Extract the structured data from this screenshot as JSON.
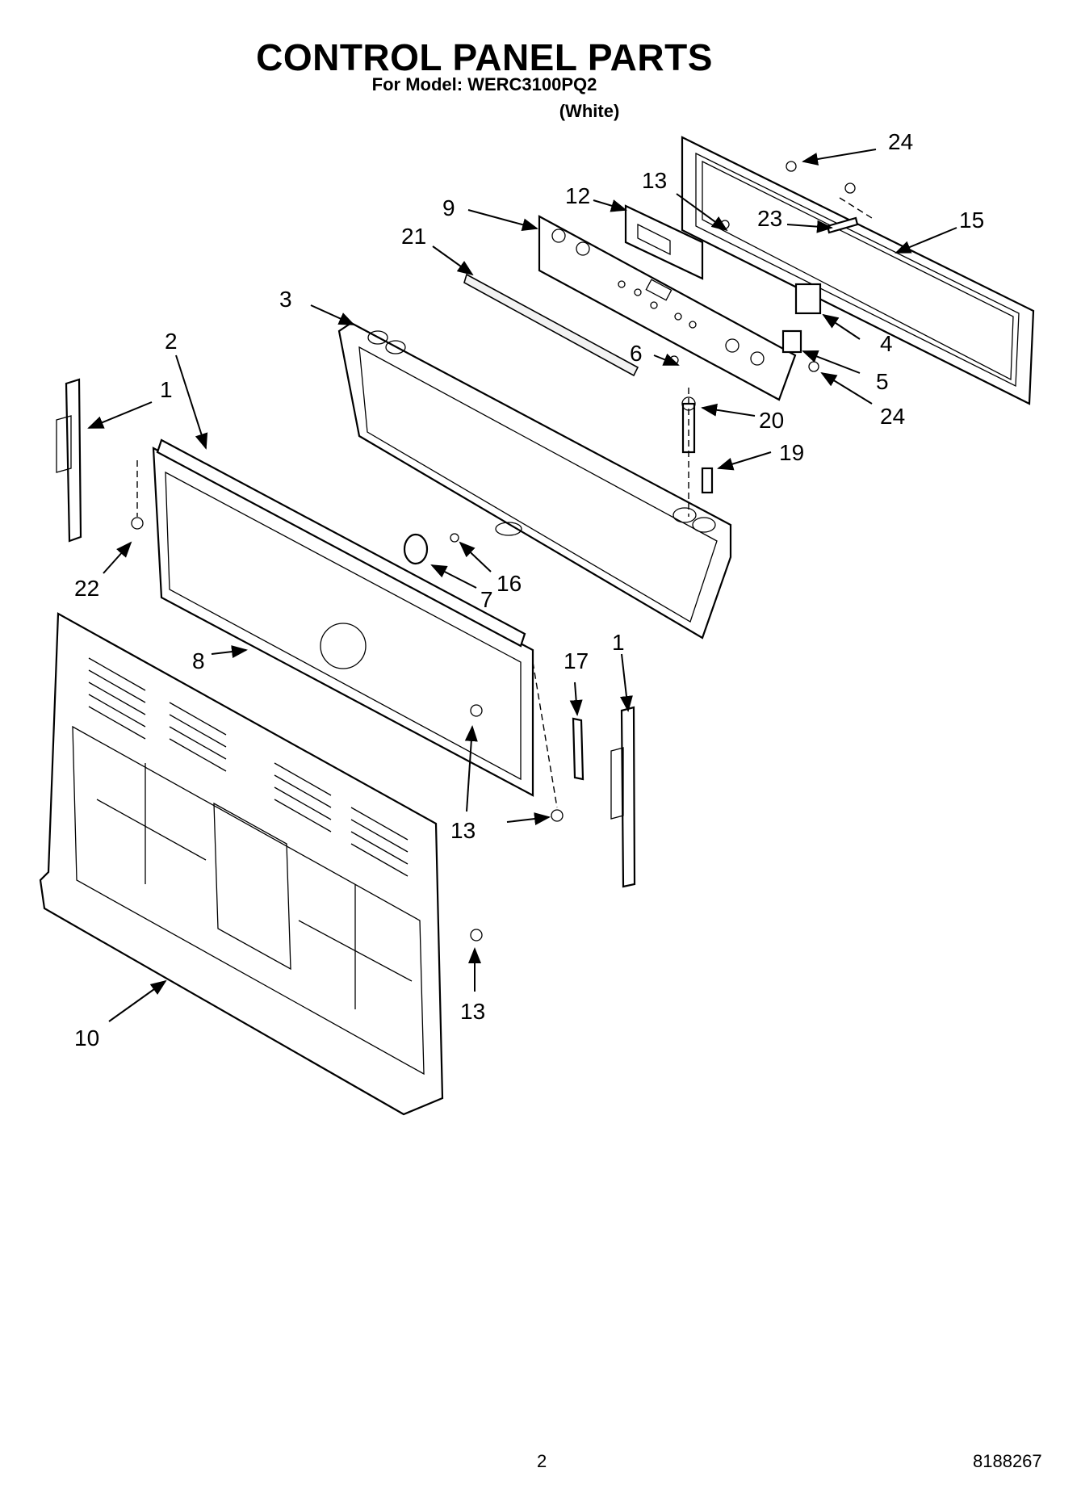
{
  "header": {
    "title": "CONTROL PANEL PARTS",
    "model_line": "For Model: WERC3100PQ2",
    "variant": "(White)"
  },
  "callouts": {
    "c1a": "1",
    "c1b": "1",
    "c2": "2",
    "c3": "3",
    "c4": "4",
    "c5": "5",
    "c6": "6",
    "c7": "7",
    "c8": "8",
    "c9": "9",
    "c10": "10",
    "c12": "12",
    "c13a": "13",
    "c13b": "13",
    "c13c": "13",
    "c15": "15",
    "c16": "16",
    "c17": "17",
    "c19": "19",
    "c20": "20",
    "c21": "21",
    "c22": "22",
    "c23": "23",
    "c24a": "24",
    "c24b": "24"
  },
  "footer": {
    "page_number": "2",
    "document_number": "8188267"
  }
}
